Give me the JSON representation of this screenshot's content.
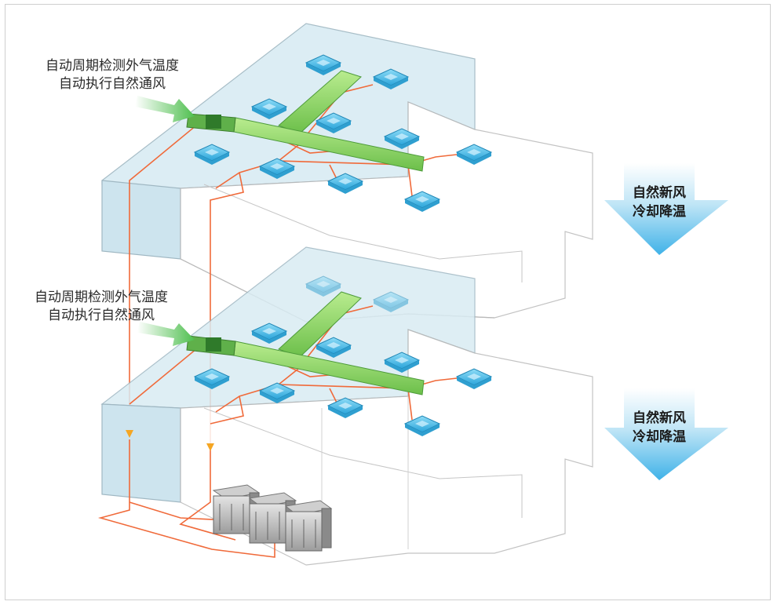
{
  "floors": [
    {
      "callout": [
        "自动周期检测外气温度",
        "自动执行自然通风"
      ],
      "arrow": [
        "自然新风",
        "冷却降温"
      ]
    },
    {
      "callout": [
        "自动周期检测外气温度",
        "自动执行自然通风"
      ],
      "arrow": [
        "自然新风",
        "冷却降温"
      ]
    }
  ],
  "colors": {
    "glass": "#cfe6ef",
    "glass_edge": "#9fb7c2",
    "duct": "#8fd36a",
    "duct_dark": "#4d9b3a",
    "ac_unit": "#47b7e6",
    "pipe": "#f06a3a",
    "arrow_blue": "#bde4f5"
  },
  "icons": [
    "ceiling-cassette-icon",
    "outdoor-unit-icon",
    "air-intake-arrow-icon",
    "cooling-down-arrow-icon"
  ]
}
